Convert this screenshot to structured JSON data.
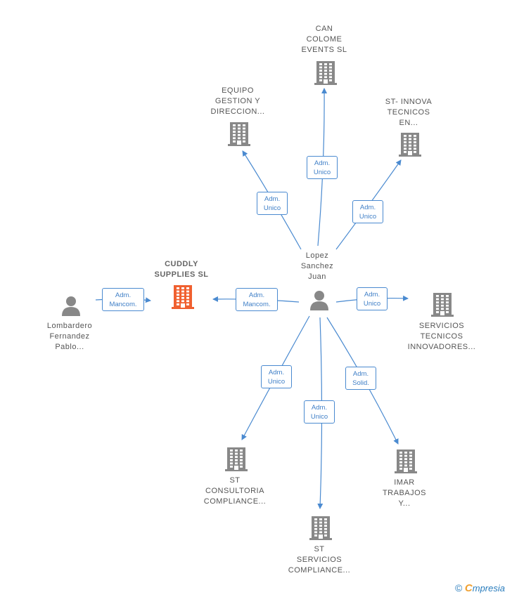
{
  "colors": {
    "edge": "#4a8ad0",
    "company": "#888888",
    "focus_company": "#f06030",
    "person": "#888888"
  },
  "center_person": {
    "lines": [
      "Lopez",
      "Sanchez",
      "Juan"
    ]
  },
  "nodes": {
    "can_colome": {
      "lines": [
        "CAN",
        "COLOME",
        "EVENTS  SL"
      ]
    },
    "equipo": {
      "lines": [
        "EQUIPO",
        "GESTION Y",
        "DIRECCION..."
      ]
    },
    "st_innova": {
      "lines": [
        "ST- INNOVA",
        "TECNICOS",
        "EN..."
      ]
    },
    "cuddly": {
      "lines": [
        "CUDDLY",
        "SUPPLIES  SL"
      ]
    },
    "lombardero": {
      "lines": [
        "Lombardero",
        "Fernandez",
        "Pablo..."
      ]
    },
    "servicios": {
      "lines": [
        "SERVICIOS",
        "TECNICOS",
        "INNOVADORES..."
      ]
    },
    "st_consultoria": {
      "lines": [
        "ST",
        "CONSULTORIA",
        "COMPLIANCE..."
      ]
    },
    "st_servicios": {
      "lines": [
        "ST",
        "SERVICIOS",
        "COMPLIANCE..."
      ]
    },
    "imar": {
      "lines": [
        "IMAR",
        "TRABAJOS",
        "Y..."
      ]
    }
  },
  "badges": {
    "can_colome": [
      "Adm.",
      "Unico"
    ],
    "equipo": [
      "Adm.",
      "Unico"
    ],
    "st_innova": [
      "Adm.",
      "Unico"
    ],
    "cuddly": [
      "Adm.",
      "Mancom."
    ],
    "lombardero": [
      "Adm.",
      "Mancom."
    ],
    "servicios": [
      "Adm.",
      "Unico"
    ],
    "st_consultoria": [
      "Adm.",
      "Unico"
    ],
    "st_servicios": [
      "Adm.",
      "Unico"
    ],
    "imar": [
      "Adm.",
      "Solid."
    ]
  },
  "footer": {
    "copyright": "©",
    "brand_initial": "C",
    "brand_rest": "mpresia"
  }
}
